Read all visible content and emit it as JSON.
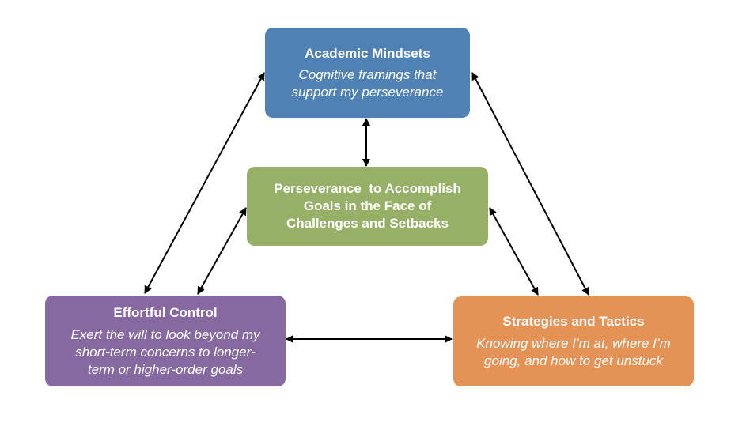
{
  "diagram": {
    "nodes": {
      "mindsets": {
        "title": "Academic Mindsets",
        "desc_lines": [
          "Cognitive framings that",
          "support my perseverance"
        ],
        "color": "#4f81b4"
      },
      "perseverance": {
        "title_lines": [
          "Perseverance  to Accomplish",
          "Goals in the Face of",
          "Challenges and Setbacks"
        ],
        "color": "#97b067"
      },
      "effortful": {
        "title": "Effortful Control",
        "desc_lines": [
          "Exert the will to look beyond my",
          "short-term concerns to longer-",
          "term or higher-order goals"
        ],
        "color": "#8569a0"
      },
      "strategies": {
        "title": "Strategies and Tactics",
        "desc_lines": [
          "Knowing where I’m at, where I’m",
          "going, and how to get unstuck"
        ],
        "color": "#e59257"
      }
    },
    "edges": [
      {
        "from": "mindsets",
        "to": "effortful",
        "bidirectional": true
      },
      {
        "from": "mindsets",
        "to": "strategies",
        "bidirectional": true
      },
      {
        "from": "mindsets",
        "to": "perseverance",
        "bidirectional": true
      },
      {
        "from": "perseverance",
        "to": "effortful",
        "bidirectional": true
      },
      {
        "from": "perseverance",
        "to": "strategies",
        "bidirectional": true
      },
      {
        "from": "effortful",
        "to": "strategies",
        "bidirectional": true
      }
    ]
  }
}
